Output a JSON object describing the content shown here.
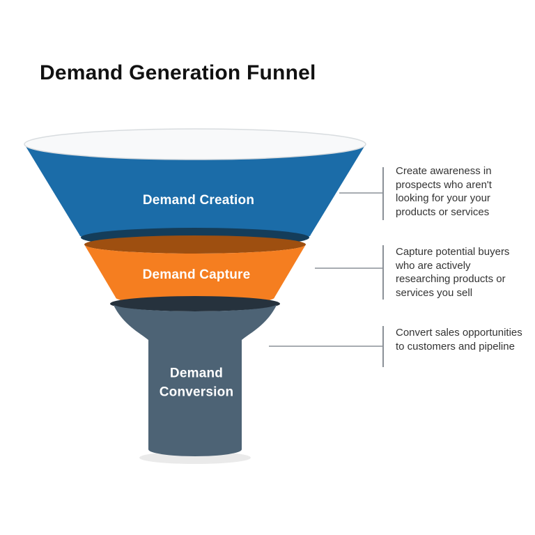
{
  "title": "Demand Generation Funnel",
  "colors": {
    "blue": "#1b6ca8",
    "blue_dark": "#143d5a",
    "orange": "#f57e20",
    "orange_dark": "#9e4f10",
    "slate": "#4d6375",
    "slate_dark": "#26323d",
    "top_ellipse_fill": "#f8f9fa",
    "top_ellipse_stroke": "#d8dcdf",
    "shadow": "#d9d9d9",
    "connector": "#8a9097"
  },
  "stages": [
    {
      "label": "Demand Creation",
      "description": "Create awareness in prospects who aren't looking for your your products or services"
    },
    {
      "label": "Demand Capture",
      "description": "Capture potential buyers who are actively researching products or services you sell"
    },
    {
      "label": "Demand Conversion",
      "description": "Convert sales opportunities to customers and pipeline"
    }
  ]
}
